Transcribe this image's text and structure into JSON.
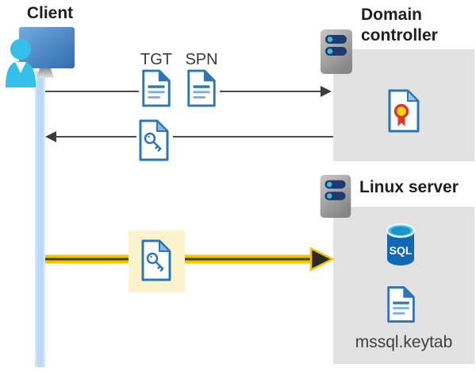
{
  "client": {
    "label": "Client"
  },
  "tickets": {
    "tgt": "TGT",
    "spn": "SPN"
  },
  "domain_controller": {
    "name_line1": "Domain",
    "name_line2": "controller"
  },
  "linux_server": {
    "name": "Linux server",
    "sql_label": "SQL",
    "keytab_file": "mssql.keytab"
  },
  "colors": {
    "doc_border_blue": "#2e75b6",
    "doc_line_light_blue": "#7aade0",
    "arrow_gray": "#4c4d4f",
    "kerberos_arrow_yellow": "#f3c501",
    "kerberos_arrow_core": "#44420f",
    "keytab_highlight_bg": "#fbf3cb",
    "timeline_blue": "#bcd8f8",
    "panel_gray": "#e2e2e2",
    "server_bar_navy": "#1e3b6d",
    "server_dot_blue": "#45b6e2",
    "sql_cylinder_blue": "#1368b5",
    "sql_top_cyan": "#49c3e8",
    "cert_seal_yellow": "#ffd21e",
    "cert_seal_red": "#da392e",
    "person_cyan": "#35bfe9",
    "monitor_blue": "#3a77bd"
  }
}
